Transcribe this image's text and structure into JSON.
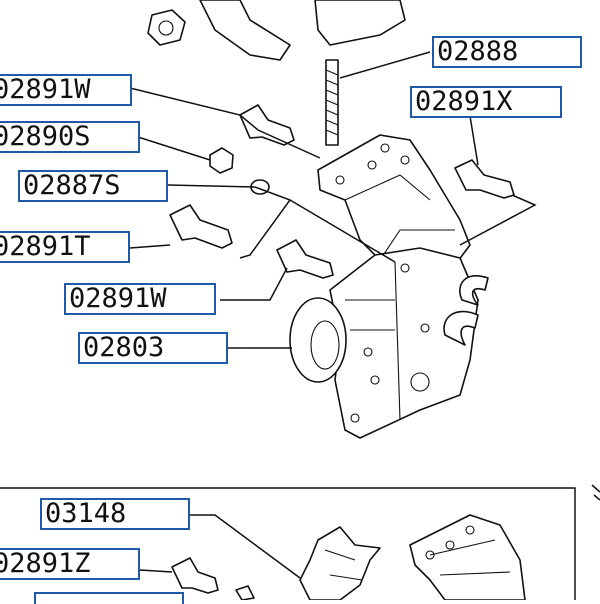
{
  "diagram": {
    "labels": {
      "p02888": "02888",
      "p02891w_top": "02891W",
      "p02891x": "02891X",
      "p02890s": "02890S",
      "p02887s": "02887S",
      "p02891t": "02891T",
      "p02891w_mid": "02891W",
      "p02803": "02803",
      "p03148": "03148",
      "p02891z": "02891Z"
    },
    "colors": {
      "label_border": "#1e5aa8",
      "line": "#111111"
    }
  }
}
